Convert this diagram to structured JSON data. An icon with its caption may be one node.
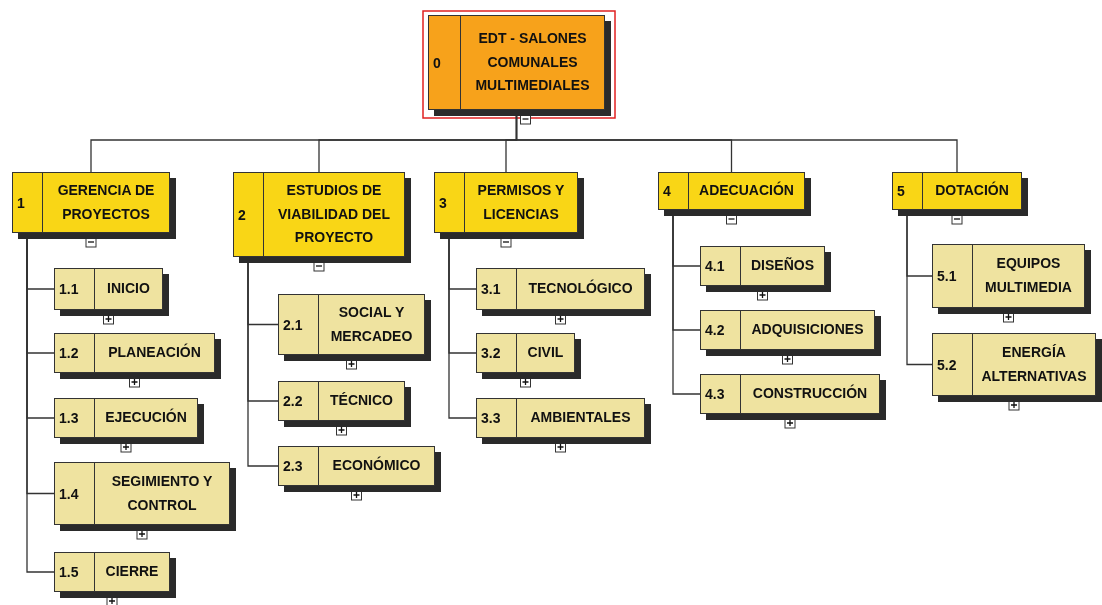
{
  "diagram": {
    "nodes": [
      {
        "text": [
          "0",
          "EDT - SALONES COMUNALES MULTIMEDIALES"
        ]
      },
      {
        "text": [
          "1",
          "GERENCIA DE PROYECTOS"
        ]
      },
      {
        "text": [
          "2",
          "ESTUDIOS DE VIABILIDAD DEL PROYECTO"
        ]
      },
      {
        "text": [
          "3",
          "PERMISOS Y LICENCIAS"
        ]
      },
      {
        "text": [
          "4",
          "ADECUACIÓN"
        ]
      },
      {
        "text": [
          "5",
          "DOTACIÓN"
        ]
      },
      {
        "text": [
          "1.1",
          "INICIO"
        ]
      },
      {
        "text": [
          "1.2",
          "PLANEACIÓN"
        ]
      },
      {
        "text": [
          "1.3",
          "EJECUCIÓN"
        ]
      },
      {
        "text": [
          "1.4",
          "SEGIMIENTO Y CONTROL"
        ]
      },
      {
        "text": [
          "1.5",
          "CIERRE"
        ]
      },
      {
        "text": [
          "2.1",
          "SOCIAL Y MERCADEO"
        ]
      },
      {
        "text": [
          "2.2",
          "TÉCNICO"
        ]
      },
      {
        "text": [
          "2.3",
          "ECONÓMICO"
        ]
      },
      {
        "text": [
          "3.1",
          "TECNOLÓGICO"
        ]
      },
      {
        "text": [
          "3.2",
          "CIVIL"
        ]
      },
      {
        "text": [
          "3.3",
          "AMBIENTALES"
        ]
      },
      {
        "text": [
          "4.1",
          "DISEÑOS"
        ]
      },
      {
        "text": [
          "4.2",
          "ADQUISICIONES"
        ]
      },
      {
        "text": [
          "4.3",
          "CONSTRUCCIÓN"
        ]
      },
      {
        "text": [
          "5.1",
          "EQUIPOS MULTIMEDIA"
        ]
      },
      {
        "text": [
          "5.2",
          "ENERGÍA ALTERNATIVAS"
        ]
      }
    ],
    "edges": [
      {
        "from": 0,
        "to": 1,
        "arrow": "none"
      },
      {
        "from": 0,
        "to": 2,
        "arrow": "none"
      },
      {
        "from": 0,
        "to": 3,
        "arrow": "none"
      },
      {
        "from": 0,
        "to": 4,
        "arrow": "none"
      },
      {
        "from": 0,
        "to": 5,
        "arrow": "none"
      },
      {
        "from": 1,
        "to": 6,
        "arrow": "none"
      },
      {
        "from": 1,
        "to": 7,
        "arrow": "none"
      },
      {
        "from": 1,
        "to": 8,
        "arrow": "none"
      },
      {
        "from": 1,
        "to": 9,
        "arrow": "none"
      },
      {
        "from": 1,
        "to": 10,
        "arrow": "none"
      },
      {
        "from": 2,
        "to": 11,
        "arrow": "none"
      },
      {
        "from": 2,
        "to": 12,
        "arrow": "none"
      },
      {
        "from": 2,
        "to": 13,
        "arrow": "none"
      },
      {
        "from": 3,
        "to": 14,
        "arrow": "none"
      },
      {
        "from": 3,
        "to": 15,
        "arrow": "none"
      },
      {
        "from": 3,
        "to": 16,
        "arrow": "none"
      },
      {
        "from": 4,
        "to": 17,
        "arrow": "none"
      },
      {
        "from": 4,
        "to": 18,
        "arrow": "none"
      },
      {
        "from": 4,
        "to": 19,
        "arrow": "none"
      },
      {
        "from": 5,
        "to": 20,
        "arrow": "none"
      },
      {
        "from": 5,
        "to": 21,
        "arrow": "none"
      }
    ]
  }
}
